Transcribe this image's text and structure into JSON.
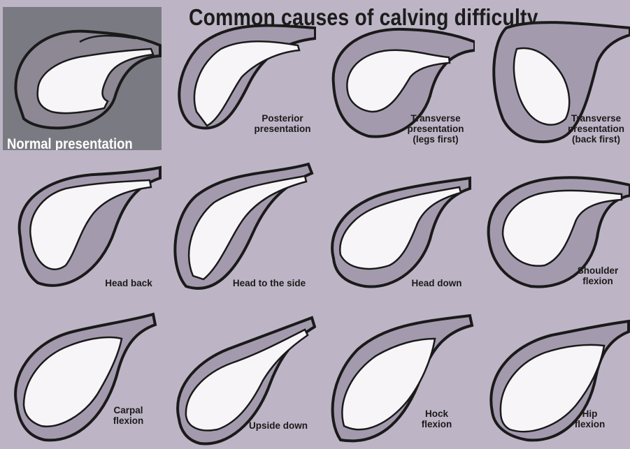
{
  "title": "Common causes of calving difficulty",
  "panels": [
    {
      "label": "Normal presentation"
    },
    {
      "label": "Posterior\npresentation"
    },
    {
      "label": "Transverse\npresentation\n(legs first)"
    },
    {
      "label": "Transverse\npresentation\n(back first)"
    },
    {
      "label": "Head back"
    },
    {
      "label": "Head to the side"
    },
    {
      "label": "Head down"
    },
    {
      "label": "Shoulder\nflexion"
    },
    {
      "label": "Carpal\nflexion"
    },
    {
      "label": "Upside down"
    },
    {
      "label": "Hock\nflexion"
    },
    {
      "label": "Hip\nflexion"
    }
  ],
  "colors": {
    "background": "#bdb5c5",
    "normal_panel": "#7a7a82",
    "uterus_fill": "#a49aae",
    "calf_fill": "#f7f5f8",
    "outline": "#1a1a1a"
  }
}
